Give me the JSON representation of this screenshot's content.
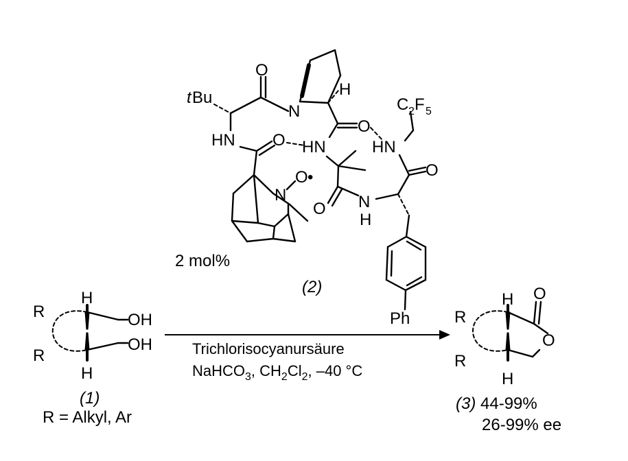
{
  "catalyst": {
    "loading": "2 mol%",
    "label": "(2)",
    "atoms": {
      "tbu_t": "t",
      "tbu_bu": "Bu",
      "o": "O",
      "n": "N",
      "h": "H",
      "hn": "HN",
      "nh_n": "N",
      "nh_h": "H",
      "c2f5_c": "C",
      "c2f5_2": "2",
      "c2f5_f": "F",
      "c2f5_5": "5",
      "n_oxyl": "N",
      "o_oxyl": "O",
      "radical": "•",
      "ph": "Ph"
    }
  },
  "substrate": {
    "label": "(1)",
    "r_def": "R = Alkyl, Ar",
    "r": "R",
    "oh": "OH",
    "h": "H"
  },
  "conditions": {
    "reagent": "Trichlorisocyanursäure",
    "base": "NaHCO",
    "base_sub": "3",
    "sep1": ", CH",
    "ch2_sub": "2",
    "cl": "Cl",
    "cl2_sub": "2",
    "temp": ", –40 °C"
  },
  "product": {
    "label": "(3)",
    "yield": "44-99%",
    "ee": "26-99% ee",
    "r": "R",
    "o": "O",
    "h": "H"
  }
}
